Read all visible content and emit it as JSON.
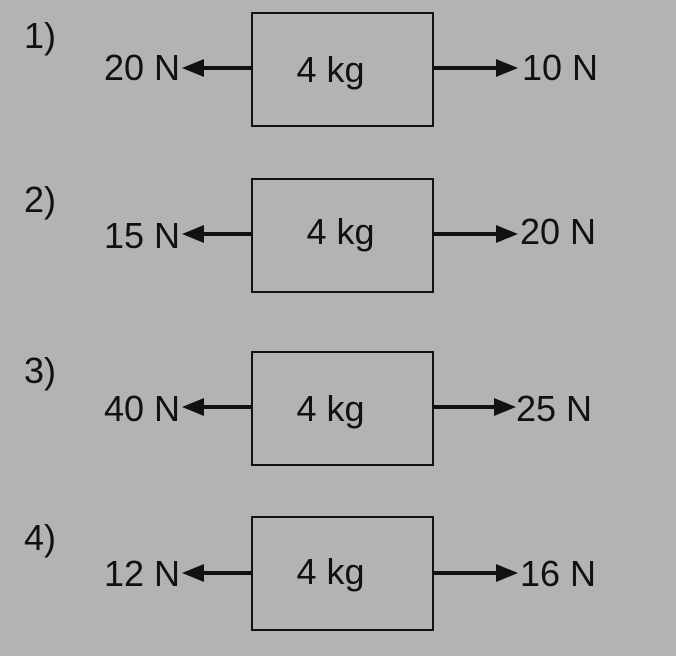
{
  "problems": [
    {
      "number": "1)",
      "mass": "4 kg",
      "left_force": "20 N",
      "right_force": "10 N"
    },
    {
      "number": "2)",
      "mass": "4 kg",
      "left_force": "15 N",
      "right_force": "20 N"
    },
    {
      "number": "3)",
      "mass": "4 kg",
      "left_force": "40 N",
      "right_force": "25 N"
    },
    {
      "number": "4)",
      "mass": "4 kg",
      "left_force": "12 N",
      "right_force": "16 N"
    }
  ],
  "colors": {
    "background": "#b3b3b3",
    "ink": "#111111"
  }
}
